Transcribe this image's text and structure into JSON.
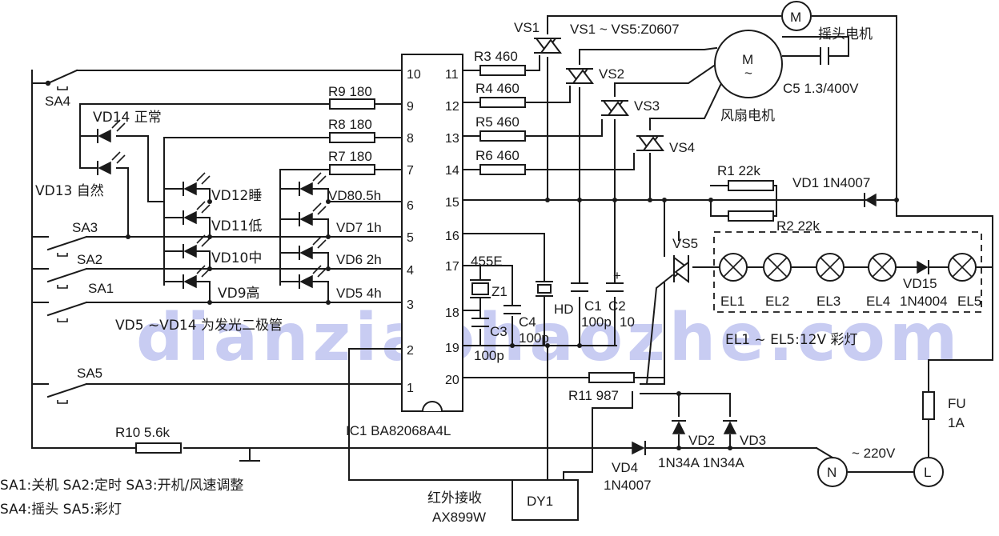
{
  "watermark": "dianziaohaozhe.com",
  "ic": {
    "name": "IC1 BA82068A4L",
    "pins_left": [
      "10",
      "9",
      "8",
      "7",
      "6",
      "5",
      "4",
      "3",
      "2",
      "1"
    ],
    "pins_right": [
      "11",
      "12",
      "13",
      "14",
      "15",
      "16",
      "17",
      "18",
      "19",
      "20"
    ]
  },
  "resistors": {
    "r3": "R3 460",
    "r4": "R4 460",
    "r5": "R5 460",
    "r6": "R6 460",
    "r9": "R9 180",
    "r8": "R8 180",
    "r7": "R7 180",
    "r1": "R1 22k",
    "r2": "R2 22k",
    "r10": "R10 5.6k",
    "r11": "R11 987"
  },
  "triacs": {
    "vs1": "VS1",
    "vs2": "VS2",
    "vs3": "VS3",
    "vs4": "VS4",
    "vs5": "VS5",
    "range": "VS1 ~ VS5:Z0607"
  },
  "motors": {
    "swing_m": "M",
    "swing": "摇头电机",
    "fan_m": "M",
    "fan_tilde": "~",
    "fan": "风扇电机",
    "c5": "C5 1.3/400V"
  },
  "leds": {
    "vd14": "VD14 正常",
    "vd13": "VD13 自然",
    "vd12": "VD12睡",
    "vd11": "VD11低",
    "vd10": "VD10中",
    "vd9": "VD9高",
    "vd8": "VD80.5h",
    "vd7": "VD7 1h",
    "vd6": "VD6 2h",
    "vd5": "VD5 4h",
    "note": "VD5 ~VD14 为发光二极管"
  },
  "switches": {
    "sa4": "SA4",
    "sa3": "SA3",
    "sa2": "SA2",
    "sa1": "SA1",
    "sa5": "SA5"
  },
  "caps": {
    "xtal": "455E",
    "z1": "Z1",
    "c3": "C3",
    "c3v": "100p",
    "c4": "C4",
    "c4v": "100p",
    "hd": "HD",
    "c1": "C1",
    "c1v": "100p",
    "c2": "C2",
    "c2v": "10",
    "plus": "+"
  },
  "diodes": {
    "vd1": "VD1 1N4007",
    "vd4": "VD4",
    "vd4v": "1N4007",
    "vd2": "VD2",
    "vd3": "VD3",
    "vd23v": "1N34A 1N34A",
    "vd15": "VD15",
    "vd15v": "1N4004"
  },
  "lamps": {
    "el1": "EL1",
    "el2": "EL2",
    "el3": "EL3",
    "el4": "EL4",
    "el5": "EL5",
    "note": "EL1 ~ EL5:12V 彩灯"
  },
  "power": {
    "fu": "FU",
    "fu_v": "1A",
    "voltage": "~ 220V",
    "n": "N",
    "l": "L"
  },
  "receiver": {
    "name": "DY1",
    "label1": "红外接收",
    "label2": "AX899W"
  },
  "legend": {
    "line1": "SA1:关机 SA2:定时 SA3:开机/风速调整",
    "line2": "SA4:摇头 SA5:彩灯"
  }
}
